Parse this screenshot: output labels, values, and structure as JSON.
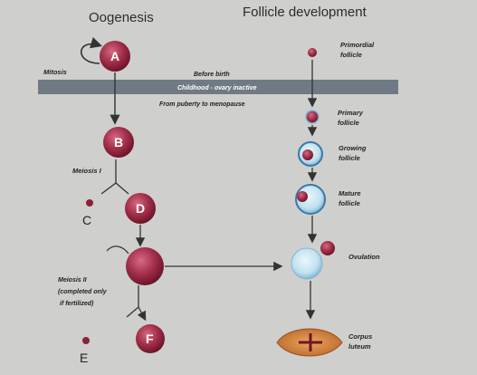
{
  "titles": {
    "left": "Oogenesis",
    "right": "Follicle development"
  },
  "band": {
    "top": "Before birth",
    "middle": "Childhood - ovary inactive",
    "bottom": "From puberty to menopause"
  },
  "labels": {
    "mitosis": "Mitosis",
    "meiosis1": "Meiosis I",
    "meiosis2_line1": "Meiosis II",
    "meiosis2_line2": "(completed only",
    "meiosis2_line3": "if fertilized)"
  },
  "cells": {
    "a": "A",
    "b": "B",
    "c": "C",
    "d": "D",
    "e": "E",
    "f": "F"
  },
  "follicles": {
    "primordial_1": "Primordial",
    "primordial_2": "follicle",
    "primary_1": "Primary",
    "primary_2": "follicle",
    "growing_1": "Growing",
    "growing_2": "follicle",
    "mature_1": "Mature",
    "mature_2": "follicle",
    "ovulation": "Ovulation",
    "corpus_1": "Corpus",
    "corpus_2": "luteum"
  },
  "colors": {
    "background": "#cfcfcd",
    "band": "#6f7a84",
    "cell": "#9b2a42",
    "follicle": "#bfe1ef",
    "corpus": "#d98a3c"
  }
}
